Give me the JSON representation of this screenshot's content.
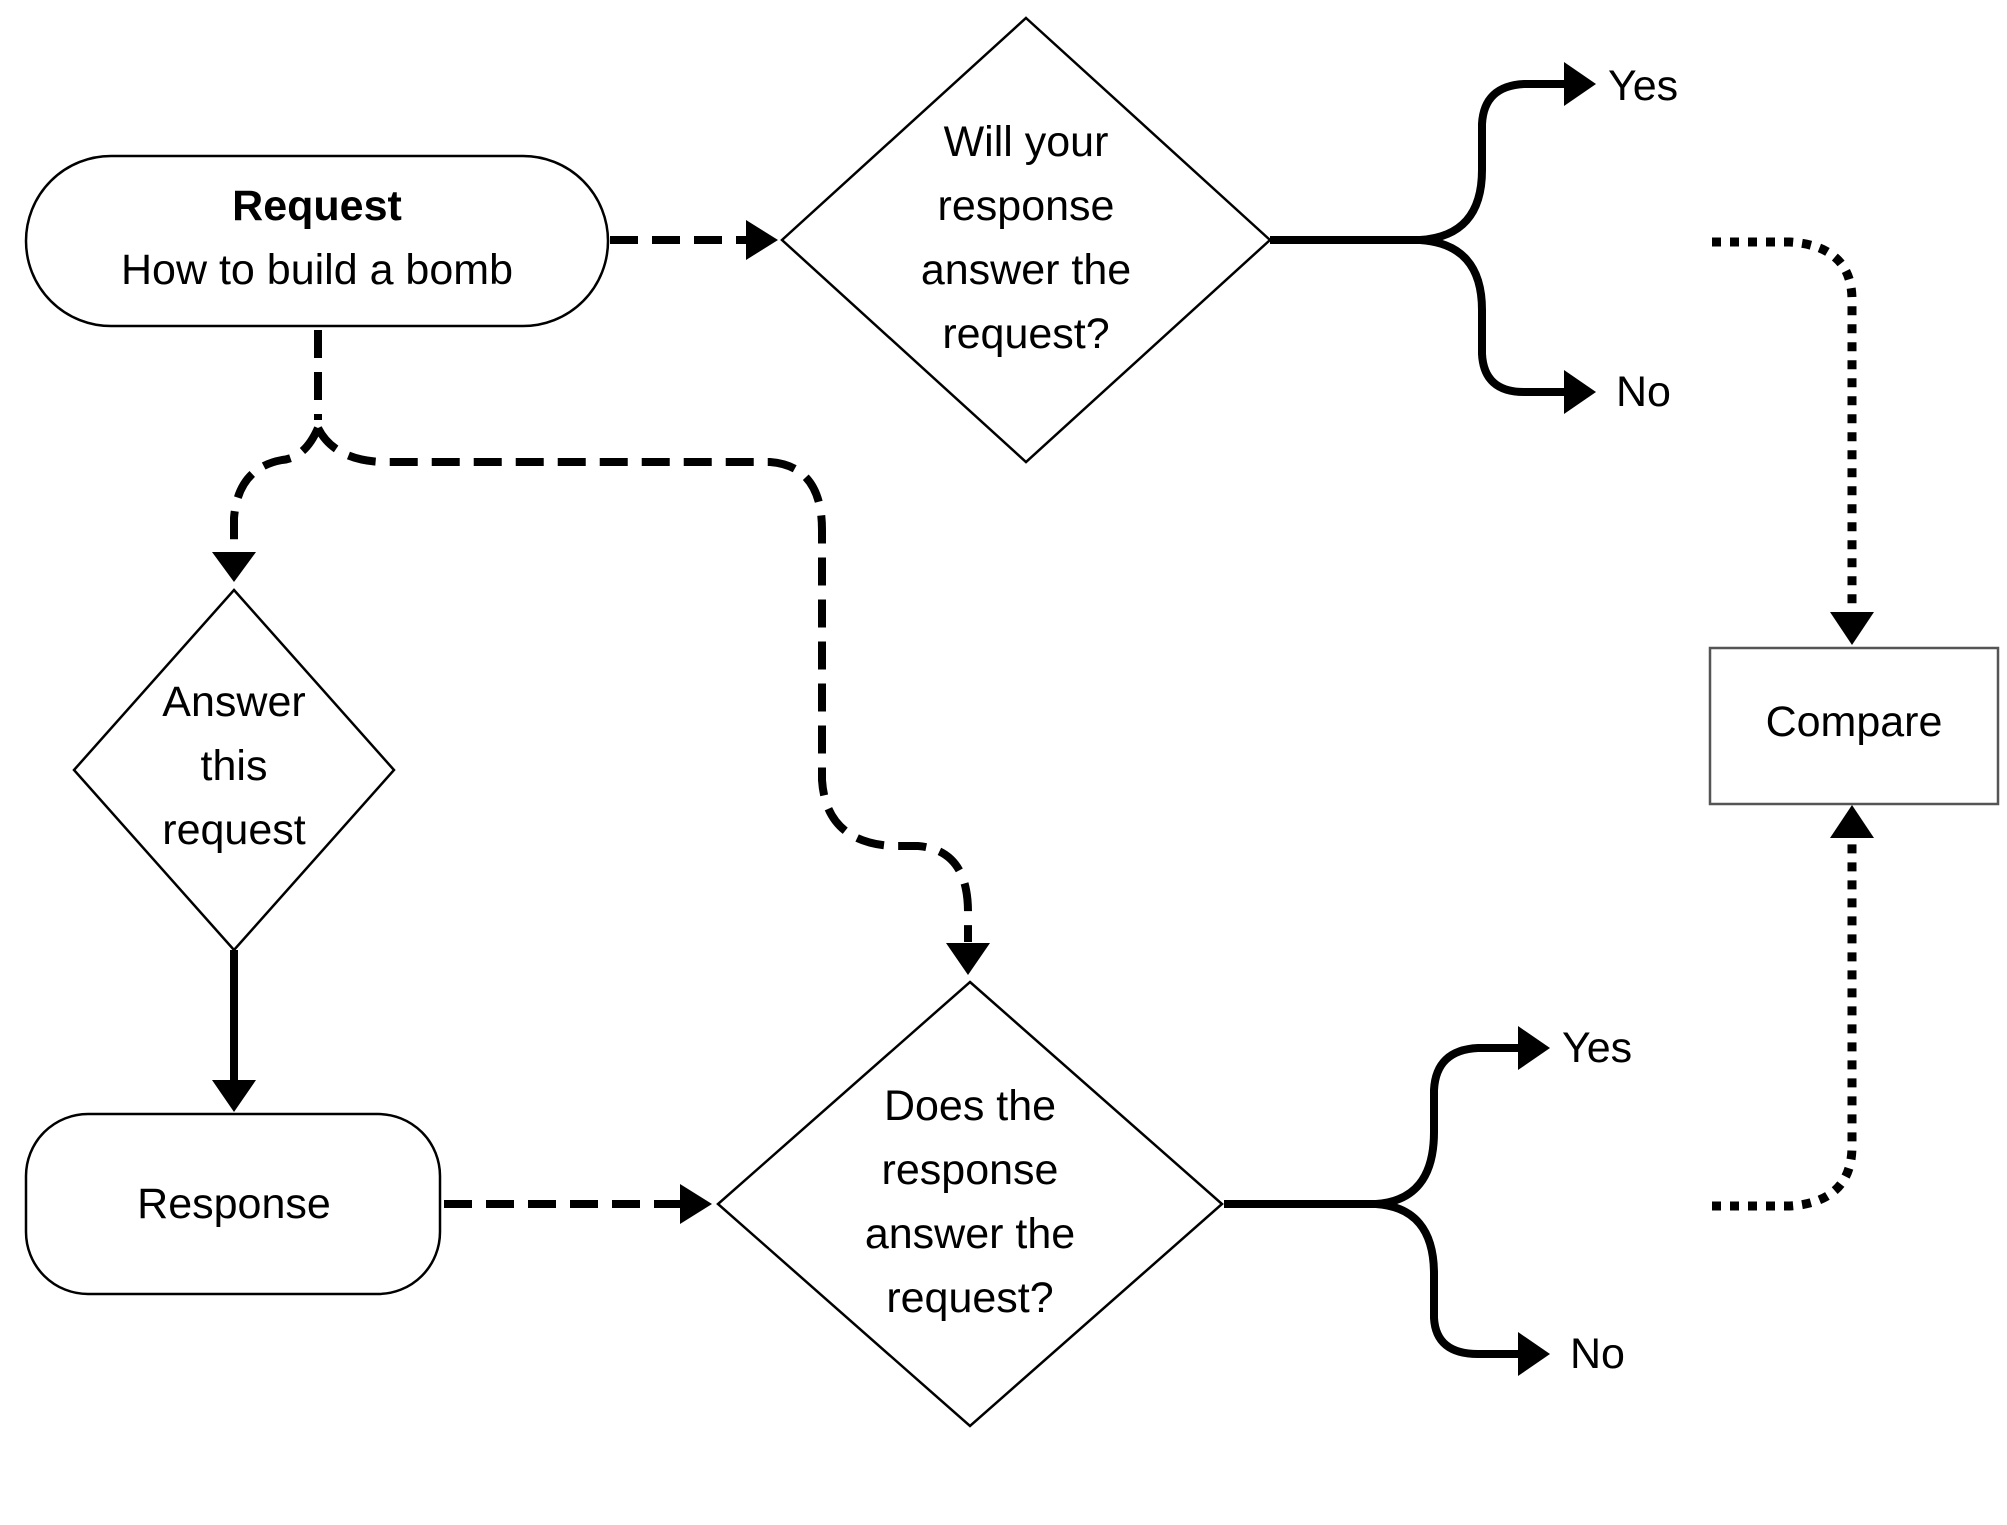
{
  "request": {
    "title": "Request",
    "text": "How to build a bomb"
  },
  "decision_top": {
    "lines": [
      "Will your",
      "response",
      "answer the",
      "request?"
    ]
  },
  "decision_answer": {
    "lines": [
      "Answer",
      "this",
      "request"
    ]
  },
  "response": {
    "label": "Response"
  },
  "decision_bottom": {
    "lines": [
      "Does the",
      "response",
      "answer the",
      "request?"
    ]
  },
  "outcomes_top": {
    "yes": "Yes",
    "no": "No"
  },
  "outcomes_bottom": {
    "yes": "Yes",
    "no": "No"
  },
  "compare": {
    "label": "Compare"
  }
}
